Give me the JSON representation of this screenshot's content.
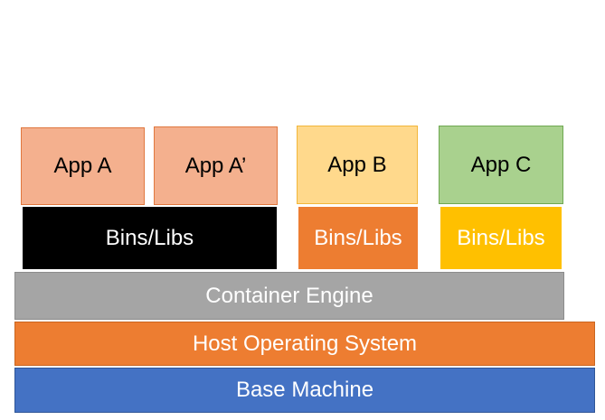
{
  "diagram": {
    "apps": {
      "app_a": "App A",
      "app_a_prime": "App A’",
      "app_b": "App B",
      "app_c": "App C"
    },
    "libs": {
      "shared": "Bins/Libs",
      "b": "Bins/Libs",
      "c": "Bins/Libs"
    },
    "layers": {
      "container_engine": "Container Engine",
      "host_os": "Host Operating System",
      "base_machine": "Base Machine"
    }
  }
}
